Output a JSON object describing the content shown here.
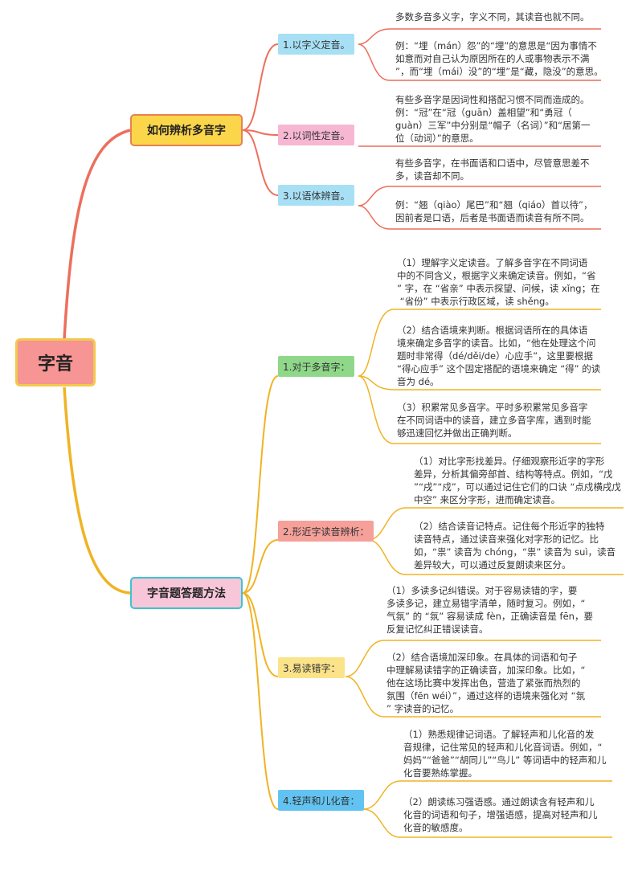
{
  "root": {
    "label": "字音"
  },
  "branches": [
    {
      "label": "如何辨析多音字",
      "children": [
        {
          "label": "1.以字义定音。",
          "notes": [
            "多数多音多义字，字义不同，其读音也就不同。",
            "例：“埋（mán）怨”的“埋”的意思是“因为事情不\n如意而对自己认为原因所在的人或事物表示不满\n”，而“埋（mái）没”的“埋”是“藏，隐没”的意思。"
          ]
        },
        {
          "label": "2.以词性定音。",
          "notes": [
            "有些多音字是因词性和搭配习惯不同而造成的。\n例：“冠”在“冠（guān）盖相望”和“勇冠（\nguàn）三军”中分别是“帽子（名词）”和“居第一\n位（动词）”的意思。"
          ]
        },
        {
          "label": "3.以语体辨音。",
          "notes": [
            "有些多音字，在书面语和口语中，尽管意思差不\n多，读音却不同。",
            "例：“翘（qiào）尾巴”和“翘（qiáo）首以待”，\n因前者是口语，后者是书面语而读音有所不同。"
          ]
        }
      ]
    },
    {
      "label": "字音题答题方法",
      "children": [
        {
          "label": "1.对于多音字：",
          "notes": [
            "（1）理解字义定读音。了解多音字在不同词语\n中的不同含义，根据字义来确定读音。例如，“省\n” 字，在 “省亲” 中表示探望、问候，读 xǐng；在\n “省份” 中表示行政区域，读 shěng。",
            "（2）结合语境来判断。根据词语所在的具体语\n境来确定多音字的读音。比如，“他在处理这个问\n题时非常得（dé/děi/de）心应手”，这里要根据\n“得心应手” 这个固定搭配的语境来确定 “得” 的读\n音为 dé。",
            "（3）积累常见多音字。平时多积累常见多音字\n在不同词语中的读音，建立多音字库，遇到时能\n够迅速回忆并做出正确判断。"
          ]
        },
        {
          "label": "2.形近字读音辨析：",
          "notes": [
            "（1）对比字形找差异。仔细观察形近字的字形\n差异，分析其偏旁部首、结构等特点。例如，“戊\n”“戌”“戍”，可以通过记住它们的口诀 “点戍横戌戊\n中空” 来区分字形，进而确定读音。",
            "（2）结合读音记特点。记住每个形近字的独特\n读音特点，通过读音来强化对字形的记忆。比\n如，“祟” 读音为 chóng，“祟” 读音为 suì，读音\n差异较大，可以通过反复朗读来区分。"
          ]
        },
        {
          "label": "3.易读错字：",
          "notes": [
            "（1）多读多记纠错误。对于容易读错的字，要\n多读多记，建立易错字清单，随时复习。例如，“\n气氛” 的 “氛” 容易读成 fèn，正确读音是 fēn，要\n反复记忆纠正错误读音。",
            "（2）结合语境加深印象。在具体的词语和句子\n中理解易读错字的正确读音，加深印象。比如，“\n他在这场比赛中发挥出色，营造了紧张而热烈的\n氛围（fēn wéi）”，通过这样的语境来强化对 “氛\n” 字读音的记忆。"
          ]
        },
        {
          "label": "4.轻声和儿化音：",
          "notes": [
            "（1）熟悉规律记词语。了解轻声和儿化音的发\n音规律，记住常见的轻声和儿化音词语。例如，“\n妈妈”“爸爸”“胡同儿”“鸟儿” 等词语中的轻声和儿\n化音要熟练掌握。",
            "（2）朗读练习强语感。通过朗读含有轻声和儿\n化音的词语和句子，增强语感，提高对轻声和儿\n化音的敏感度。"
          ]
        }
      ]
    }
  ],
  "colors": {
    "root_fill": "#f79494",
    "root_border": "#f2c94c",
    "branch1_line": "#ec6f5c",
    "branch2_line": "#f0b323",
    "l2_blue": "#a7e0f5",
    "l2_pink": "#f7b7d2",
    "l2_green": "#8fd88a",
    "l2_red": "#f6a09a",
    "l2_yellow": "#fbe38a",
    "l2_sky": "#62c3f2"
  }
}
